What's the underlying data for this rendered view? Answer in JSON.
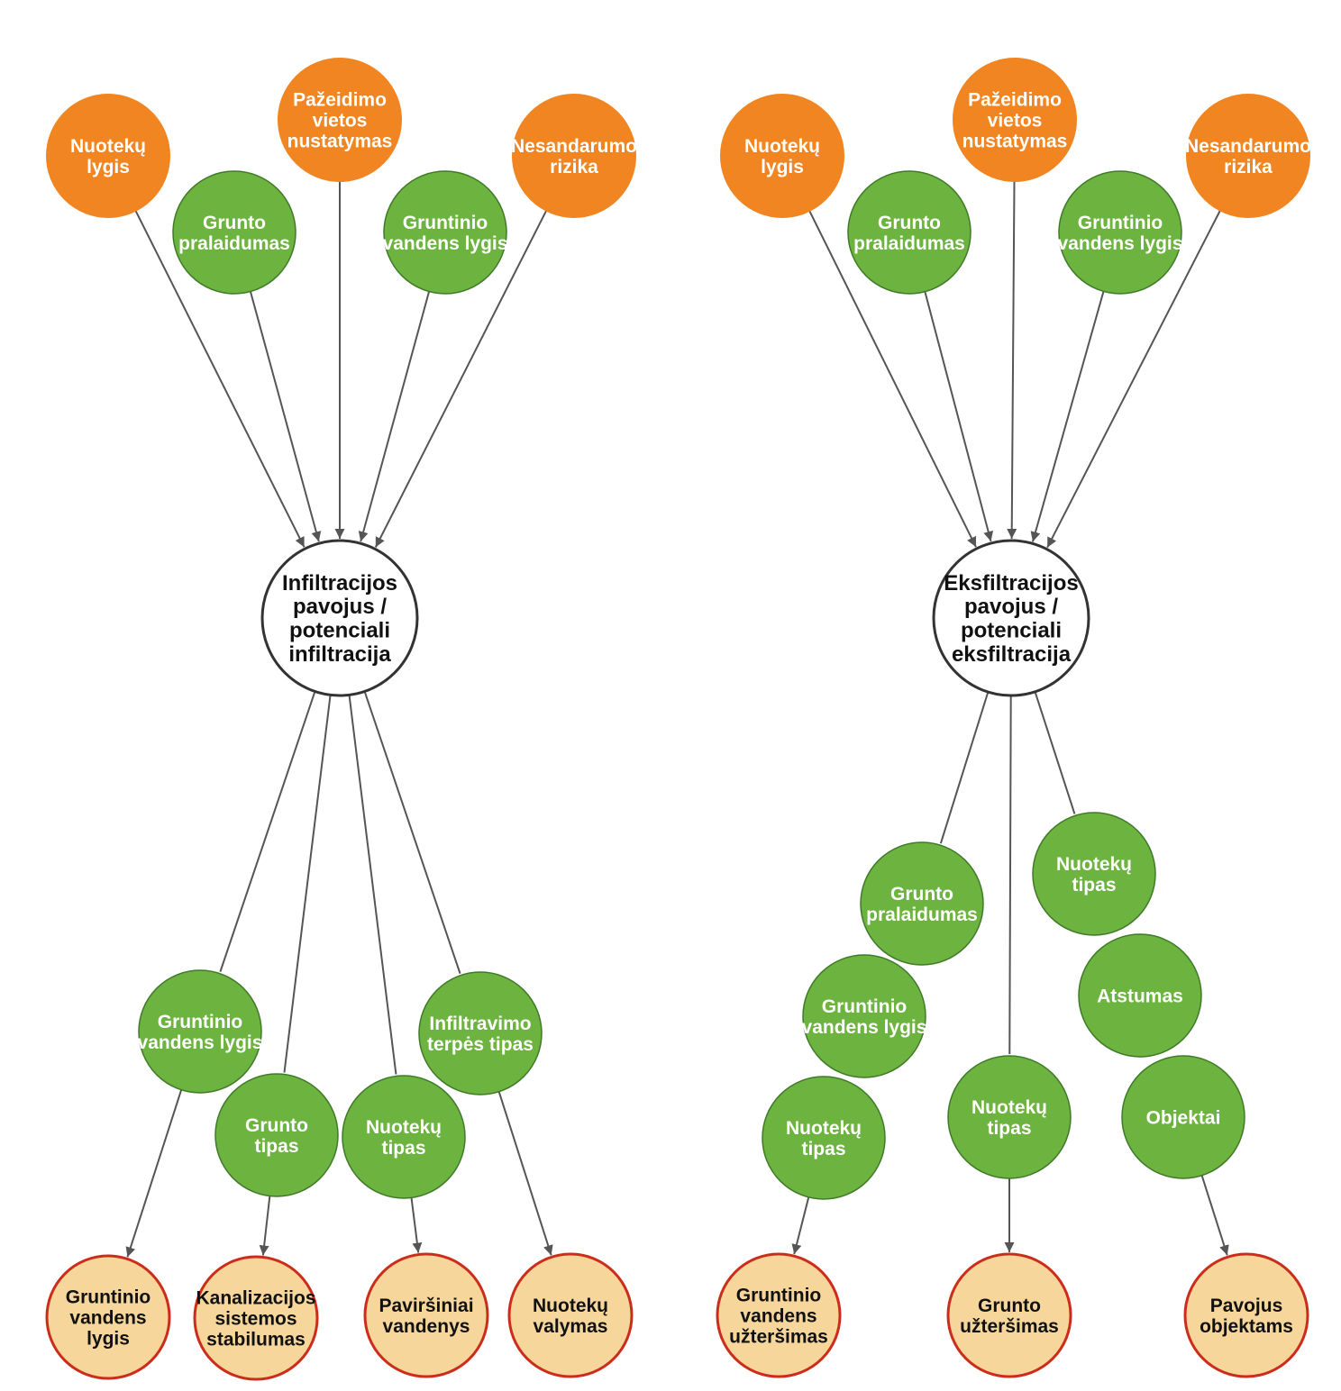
{
  "colors": {
    "orange": "#f08521",
    "green": "#6db33f",
    "green_stroke": "#3f7a28",
    "white_node": "#ffffff",
    "peach": "#f6d69a",
    "peach_stroke": "#cc2d1a",
    "edge": "#555555",
    "text_light": "#ffffff",
    "text_dark": "#111111"
  },
  "left": {
    "inputs": [
      {
        "label": [
          "Nuotekų",
          "lygis"
        ],
        "kind": "orange"
      },
      {
        "label": [
          "Grunto",
          "pralaidumas"
        ],
        "kind": "green"
      },
      {
        "label": [
          "Pažeidimo",
          "vietos",
          "nustatymas"
        ],
        "kind": "orange"
      },
      {
        "label": [
          "Gruntinio",
          "vandens lygis"
        ],
        "kind": "green"
      },
      {
        "label": [
          "Nesandarumo",
          "rizika"
        ],
        "kind": "orange"
      }
    ],
    "center": {
      "label": [
        "Infiltracijos",
        "pavojus /",
        "potenciali",
        "infiltracija"
      ]
    },
    "factors": [
      {
        "label": [
          "Gruntinio",
          "vandens lygis"
        ]
      },
      {
        "label": [
          "Grunto",
          "tipas"
        ]
      },
      {
        "label": [
          "Nuotekų",
          "tipas"
        ]
      },
      {
        "label": [
          "Infiltravimo",
          "terpės tipas"
        ]
      }
    ],
    "outcomes": [
      {
        "label": [
          "Gruntinio",
          "vandens",
          "lygis"
        ]
      },
      {
        "label": [
          "Kanalizacijos",
          "sistemos",
          "stabilumas"
        ]
      },
      {
        "label": [
          "Paviršiniai",
          "vandenys"
        ]
      },
      {
        "label": [
          "Nuotekų",
          "valymas"
        ]
      }
    ]
  },
  "right": {
    "inputs": [
      {
        "label": [
          "Nuotekų",
          "lygis"
        ],
        "kind": "orange"
      },
      {
        "label": [
          "Grunto",
          "pralaidumas"
        ],
        "kind": "green"
      },
      {
        "label": [
          "Pažeidimo",
          "vietos",
          "nustatymas"
        ],
        "kind": "orange"
      },
      {
        "label": [
          "Gruntinio",
          "vandens lygis"
        ],
        "kind": "green"
      },
      {
        "label": [
          "Nesandarumo",
          "rizika"
        ],
        "kind": "orange"
      }
    ],
    "center": {
      "label": [
        "Eksfiltracijos",
        "pavojus /",
        "potenciali",
        "eksfiltracija"
      ]
    },
    "chain_left": [
      {
        "label": [
          "Grunto",
          "pralaidumas"
        ]
      },
      {
        "label": [
          "Gruntinio",
          "vandens lygis"
        ]
      },
      {
        "label": [
          "Nuotekų",
          "tipas"
        ]
      }
    ],
    "chain_mid": [
      {
        "label": [
          "Nuotekų",
          "tipas"
        ]
      }
    ],
    "chain_right": [
      {
        "label": [
          "Nuotekų",
          "tipas"
        ]
      },
      {
        "label": [
          "Atstumas"
        ]
      },
      {
        "label": [
          "Objektai"
        ]
      }
    ],
    "outcomes": [
      {
        "label": [
          "Gruntinio",
          "vandens",
          "užteršimas"
        ]
      },
      {
        "label": [
          "Grunto",
          "užteršimas"
        ]
      },
      {
        "label": [
          "Pavojus",
          "objektams"
        ]
      }
    ]
  }
}
